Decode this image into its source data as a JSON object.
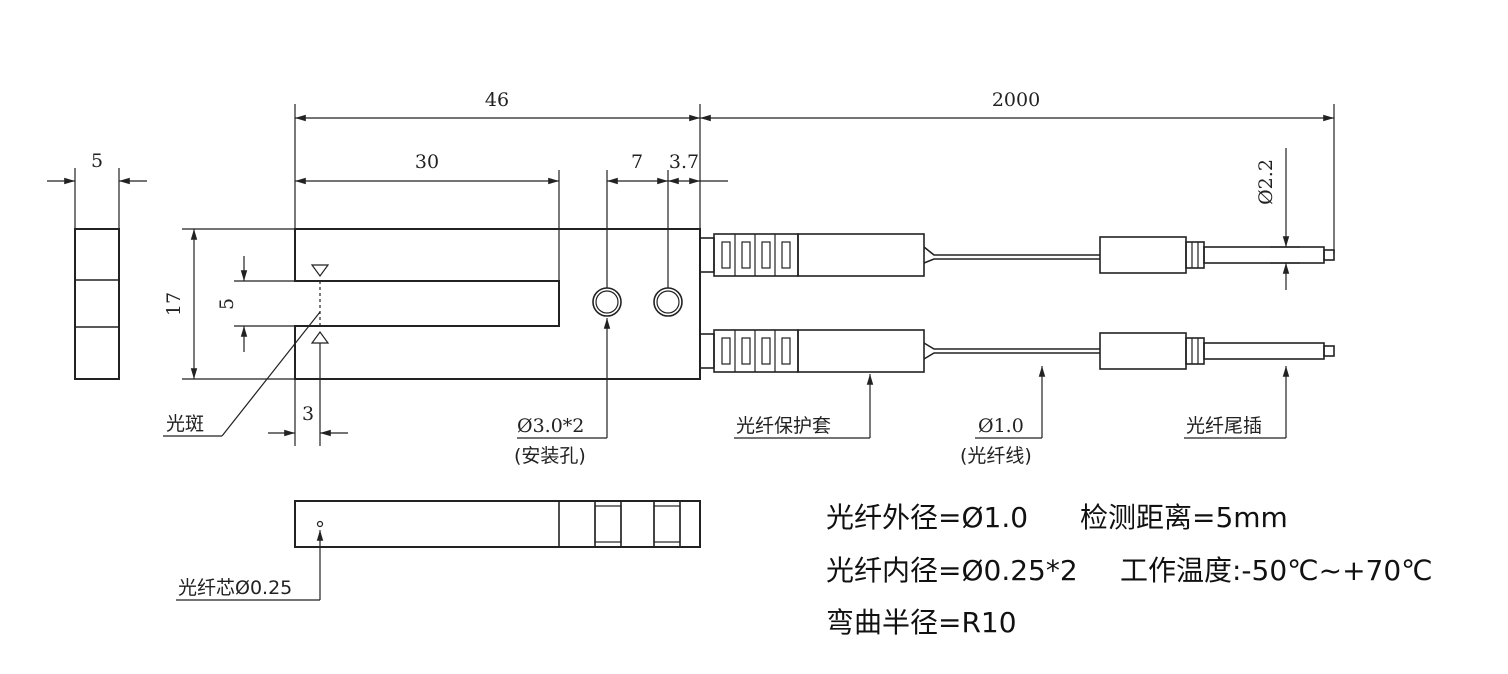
{
  "dimensions": {
    "total_length": "46",
    "cable_length": "2000",
    "slot_length": "30",
    "hole_spacing": "7",
    "hole_offset": "3.7",
    "thickness": "5",
    "height": "17",
    "slot_width": "5",
    "spot_offset": "3",
    "tail_diameter": "Ø2.2"
  },
  "labels": {
    "spot": "光斑",
    "hole": "Ø3.0*2",
    "hole_note": "(安装孔)",
    "sheath": "光纤保护套",
    "fiber_line": "Ø1.0",
    "fiber_line_note": "(光纤线)",
    "tail_plug": "光纤尾插",
    "core": "光纤芯Ø0.25"
  },
  "specs": {
    "outer_diameter": "光纤外径=Ø1.0",
    "detect_distance": "检测距离=5mm",
    "inner_diameter": "光纤内径=Ø0.25*2",
    "work_temp": "工作温度:-50℃~+70℃",
    "bend_radius": "弯曲半径=R10"
  }
}
